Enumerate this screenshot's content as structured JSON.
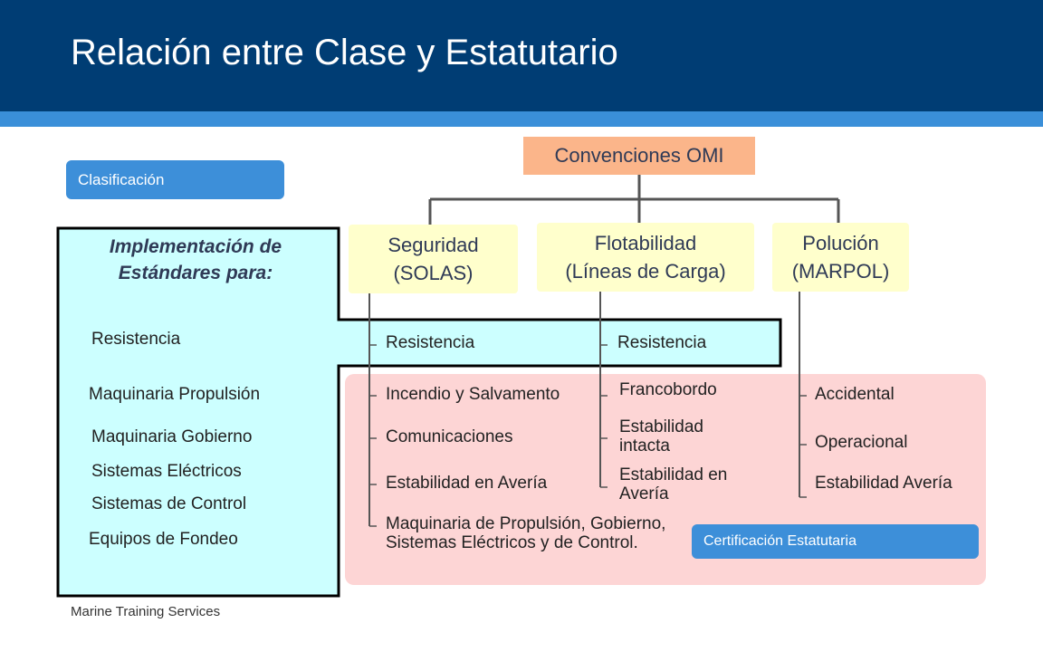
{
  "title": "Relación entre Clase y Estatutario",
  "footer": "Marine Training Services",
  "colors": {
    "header": "#003d74",
    "header_stripe": "#3a8fd9",
    "omi_box": "#fbb58a",
    "category_boxes": "#ffffcc",
    "class_panel": "#ccffff",
    "statutory_panel": "#fdd5d5",
    "tags": "#3d8fd9"
  },
  "classification_tag": "Clasificación",
  "statutory_tag": "Certificación Estatutaria",
  "class_panel": {
    "heading": "Implementación de Estándares para:",
    "items": [
      "Resistencia",
      "Maquinaria Propulsión",
      "Maquinaria Gobierno",
      "Sistemas Eléctricos",
      "Sistemas de Control",
      "Equipos de Fondeo"
    ]
  },
  "root": "Convenciones OMI",
  "categories": [
    {
      "label_line1": "Seguridad",
      "label_line2": "(SOLAS)",
      "class_item": "Resistencia",
      "statutory_items": [
        "Incendio y Salvamento",
        "Comunicaciones",
        "Estabilidad en Avería",
        "Maquinaria de Propulsión, Gobierno, Sistemas Eléctricos y de Control."
      ]
    },
    {
      "label_line1": "Flotabilidad",
      "label_line2": "(Líneas de Carga)",
      "class_item": "Resistencia",
      "statutory_items": [
        "Francobordo",
        "Estabilidad intacta",
        "Estabilidad en Avería"
      ]
    },
    {
      "label_line1": "Polución",
      "label_line2": "(MARPOL)",
      "statutory_items": [
        "Accidental",
        "Operacional",
        "Estabilidad Avería"
      ]
    }
  ]
}
